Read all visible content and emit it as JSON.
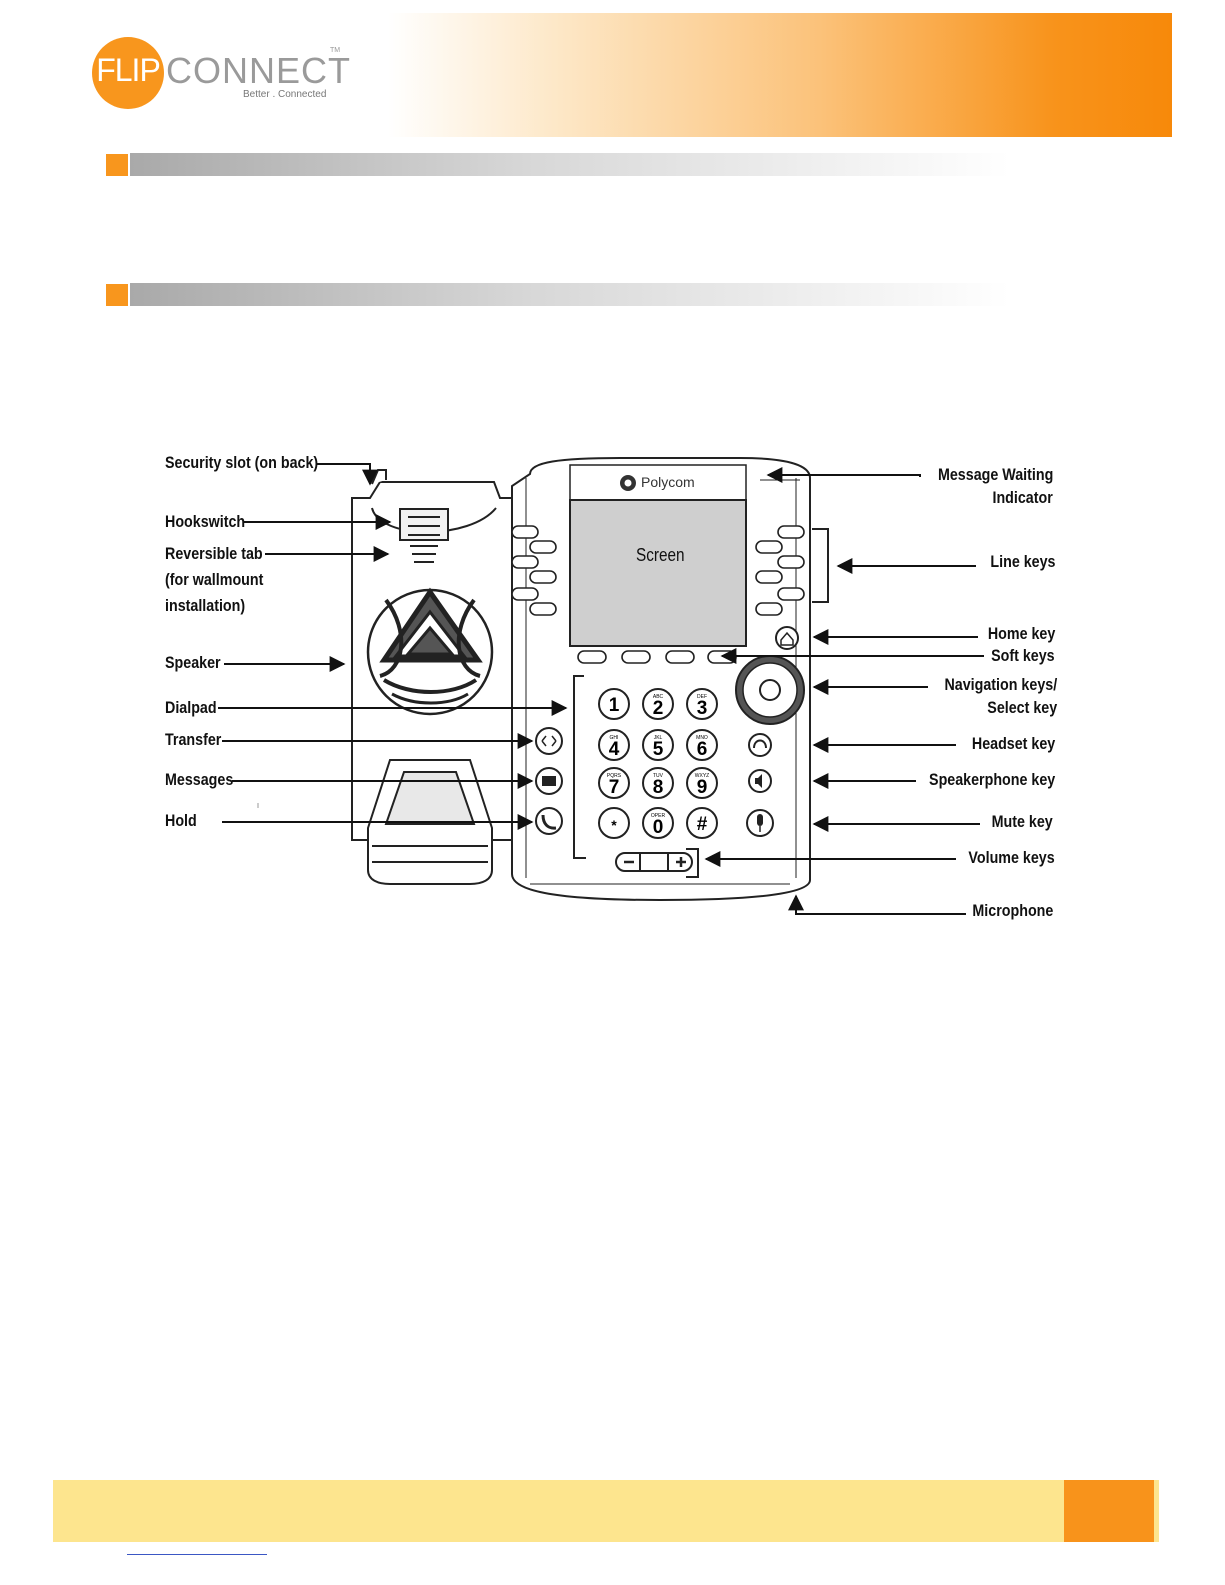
{
  "brand": {
    "logo_flip": "FLIP",
    "logo_connect": "CONNECT",
    "logo_tm": "TM",
    "logo_tagline": "Better . Connected",
    "accent_color": "#f8961d"
  },
  "diagram": {
    "screen_label": "Screen",
    "phone_brand": "Polycom",
    "dialpad_keys": [
      {
        "digit": "1",
        "letters": ""
      },
      {
        "digit": "2",
        "letters": "ABC"
      },
      {
        "digit": "3",
        "letters": "DEF"
      },
      {
        "digit": "4",
        "letters": "GHI"
      },
      {
        "digit": "5",
        "letters": "JKL"
      },
      {
        "digit": "6",
        "letters": "MNO"
      },
      {
        "digit": "7",
        "letters": "PQRS"
      },
      {
        "digit": "8",
        "letters": "TUV"
      },
      {
        "digit": "9",
        "letters": "WXYZ"
      },
      {
        "digit": "*",
        "letters": ""
      },
      {
        "digit": "0",
        "letters": "OPER"
      },
      {
        "digit": "#",
        "letters": ""
      }
    ],
    "left_labels": {
      "security_slot": "Security slot (on back)",
      "hookswitch": "Hookswitch",
      "reversible_tab": "Reversible tab",
      "reversible_tab_2": "(for wallmount",
      "reversible_tab_3": "installation)",
      "speaker": "Speaker",
      "dialpad": "Dialpad",
      "transfer": "Transfer",
      "messages": "Messages",
      "hold": "Hold"
    },
    "right_labels": {
      "message_waiting": "Message Waiting",
      "message_waiting_2": "Indicator",
      "line_keys": "Line keys",
      "home_key": "Home key",
      "soft_keys": "Soft keys",
      "navigation_keys": "Navigation keys/",
      "navigation_keys_2": "Select key",
      "headset_key": "Headset key",
      "speakerphone_key": "Speakerphone key",
      "mute_key": "Mute key",
      "volume_keys": "Volume keys",
      "microphone": "Microphone"
    }
  }
}
